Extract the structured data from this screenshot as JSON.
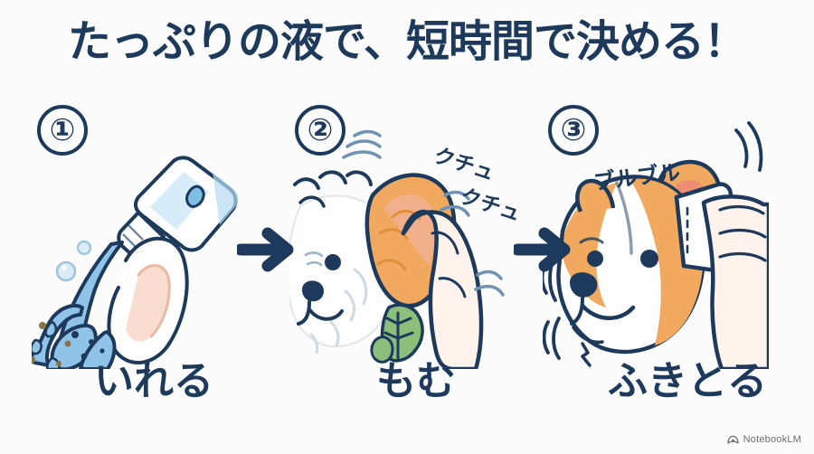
{
  "page": {
    "background_color": "#fcfcfc",
    "ink_color": "#1d3a5c",
    "accent_blue": "#8fc4e8",
    "accent_orange": "#f0a95e",
    "accent_green": "#8cc07a"
  },
  "title": {
    "text": "たっぷりの液で、短時間で決める！"
  },
  "steps": [
    {
      "number": "①",
      "caption": "いれる",
      "art_name": "pouring-ear-cleaner-into-ear-illustration"
    },
    {
      "number": "②",
      "caption": "もむ",
      "art_name": "massaging-dog-ear-illustration"
    },
    {
      "number": "③",
      "caption": "ふきとる",
      "art_name": "wiping-dog-ear-with-pad-illustration"
    }
  ],
  "arrows": [
    {
      "name": "arrow-step1-to-step2"
    },
    {
      "name": "arrow-step2-to-step3"
    }
  ],
  "sound_effects": [
    {
      "name": "kuchu-1",
      "text": "クチュ"
    },
    {
      "name": "kuchu-2",
      "text": "クチュ"
    },
    {
      "name": "buruburu",
      "text": "ブルブル"
    }
  ],
  "watermark": {
    "label": "NotebookLM",
    "icon": "notebooklm-logo-icon"
  }
}
